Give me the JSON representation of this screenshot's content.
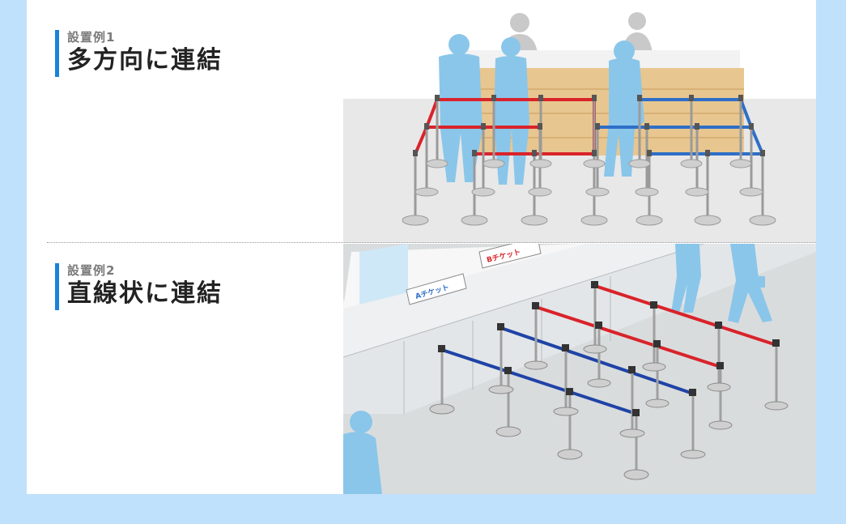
{
  "example1": {
    "sub": "設置例1",
    "title": "多方向に連結"
  },
  "example2": {
    "sub": "設置例2",
    "title": "直線状に連結",
    "sign_a": "Aチケット",
    "sign_b": "Bチケット"
  },
  "colors": {
    "background": "#bfe1fb",
    "accent": "#1a82d9",
    "belt_red": "#d9232a",
    "belt_blue": "#2e6fc8",
    "person": "#8ac6ea",
    "counter_wood": "#e8c690"
  }
}
